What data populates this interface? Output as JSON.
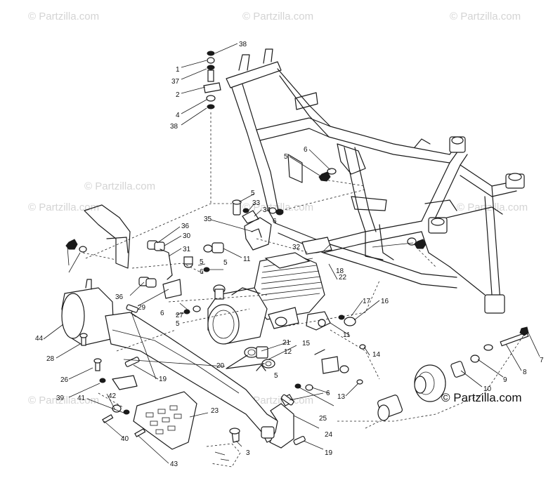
{
  "watermark": "© Partzilla.com",
  "copyright": "© Partzilla.com",
  "callouts": [
    "38",
    "1",
    "37",
    "2",
    "4",
    "38",
    "5",
    "6",
    "5",
    "33",
    "34",
    "6",
    "35",
    "36",
    "30",
    "31",
    "5",
    "6",
    "11",
    "5",
    "32",
    "18",
    "22",
    "36",
    "29",
    "6",
    "27",
    "5",
    "17",
    "16",
    "44",
    "21",
    "12",
    "15",
    "11",
    "14",
    "28",
    "26",
    "20",
    "19",
    "5",
    "6",
    "13",
    "39",
    "42",
    "41",
    "25",
    "23",
    "24",
    "7",
    "8",
    "9",
    "10",
    "40",
    "43",
    "3",
    "19"
  ]
}
